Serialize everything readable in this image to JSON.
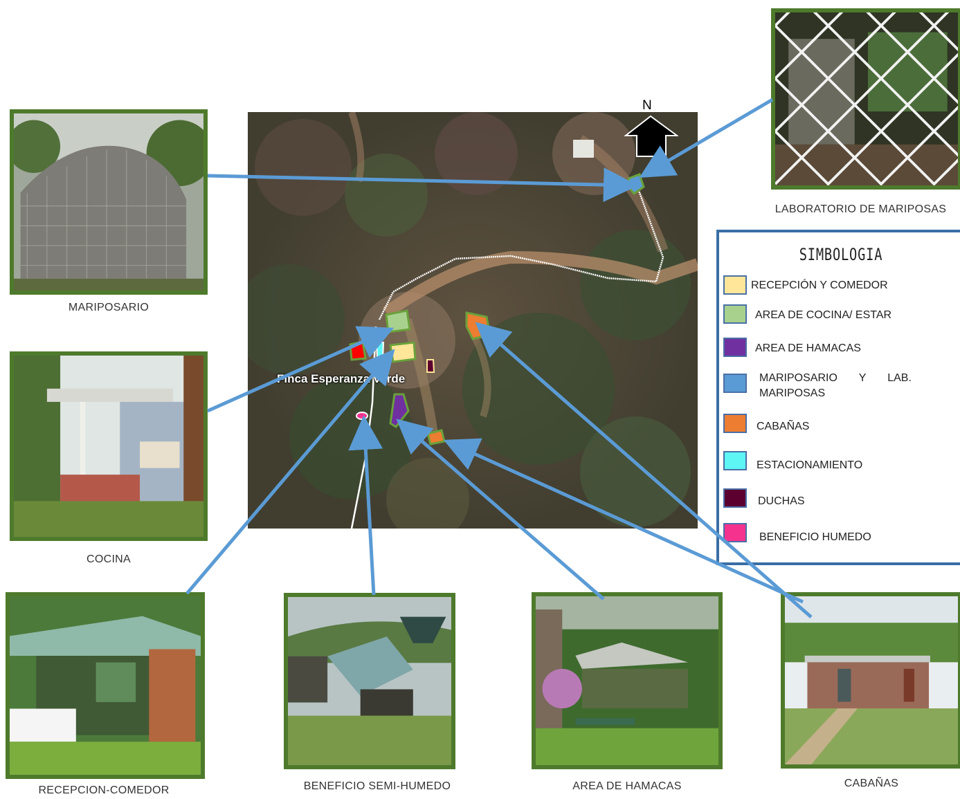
{
  "map": {
    "place_label": "Finca Esperanza Verde",
    "north_label": "N"
  },
  "photos": {
    "laboratorio": "LABORATORIO DE MARIPOSAS",
    "mariposario": "MARIPOSARIO",
    "cocina": "COCINA",
    "recepcion": "RECEPCION-COMEDOR",
    "beneficio": "BENEFICIO SEMI-HUMEDO",
    "hamacas": "AREA DE HAMACAS",
    "cabanas": "CABAÑAS"
  },
  "legend": {
    "title": "SIMBOLOGIA",
    "items": [
      {
        "label": "RECEPCIÓN Y COMEDOR",
        "color": "#ffe699"
      },
      {
        "label": "AREA DE COCINA/ ESTAR",
        "color": "#a9d18e"
      },
      {
        "label": "AREA DE HAMACAS",
        "color": "#7030a0"
      },
      {
        "label": "MARIPOSARIO Y LAB. MARIPOSAS",
        "label_line1": "MARIPOSARIO       Y       LAB.",
        "label_line2": "MARIPOSAS",
        "color": "#5b9bd5"
      },
      {
        "label": "CABAÑAS",
        "color": "#ed7d31"
      },
      {
        "label": "ESTACIONAMIENTO",
        "color": "#5ef5f5"
      },
      {
        "label": "DUCHAS",
        "color": "#5c0030"
      },
      {
        "label": "BENEFICIO HUMEDO",
        "color": "#f5338e"
      }
    ]
  }
}
